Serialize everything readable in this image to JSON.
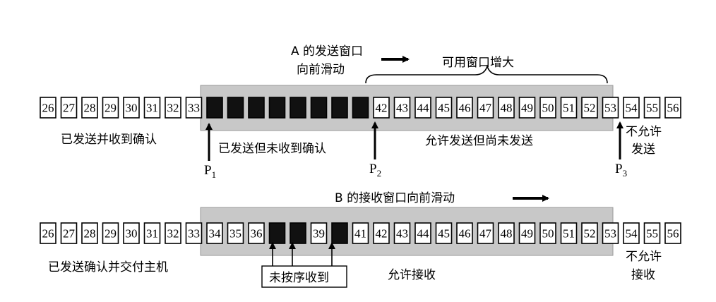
{
  "sender": {
    "title_line1": "A 的发送窗口",
    "title_line2": "向前滑动",
    "window_grow_label": "可用窗口增大",
    "acked_label": "已发送并收到确认",
    "sent_unacked_label": "已发送但未收到确认",
    "allowed_unsent_label": "允许发送但尚未发送",
    "not_allowed_line1": "不允许",
    "not_allowed_line2": "发送",
    "pointers": [
      {
        "main": "P",
        "sub": "1"
      },
      {
        "main": "P",
        "sub": "2"
      },
      {
        "main": "P",
        "sub": "3"
      }
    ],
    "cells": [
      "26",
      "27",
      "28",
      "29",
      "30",
      "31",
      "32",
      "33",
      "",
      "",
      "",
      "",
      "",
      "",
      "",
      "",
      "42",
      "43",
      "44",
      "45",
      "46",
      "47",
      "48",
      "49",
      "50",
      "51",
      "52",
      "53",
      "54",
      "55",
      "56"
    ]
  },
  "receiver": {
    "title": "B 的接收窗口向前滑动",
    "delivered_label": "已发送确认并交付主机",
    "out_of_order_label": "未按序收到",
    "allowed_receive_label": "允许接收",
    "not_allowed_line1": "不允许",
    "not_allowed_line2": "接收",
    "cells": [
      "26",
      "27",
      "28",
      "29",
      "30",
      "31",
      "32",
      "33",
      "34",
      "35",
      "36",
      "",
      "",
      "39",
      "",
      "41",
      "42",
      "43",
      "44",
      "45",
      "46",
      "47",
      "48",
      "49",
      "50",
      "51",
      "52",
      "53",
      "54",
      "55",
      "56"
    ]
  },
  "colors": {
    "window_fill": "#c8c8c8",
    "filled_cell": "#111111",
    "cell_fill": "#ffffff"
  }
}
